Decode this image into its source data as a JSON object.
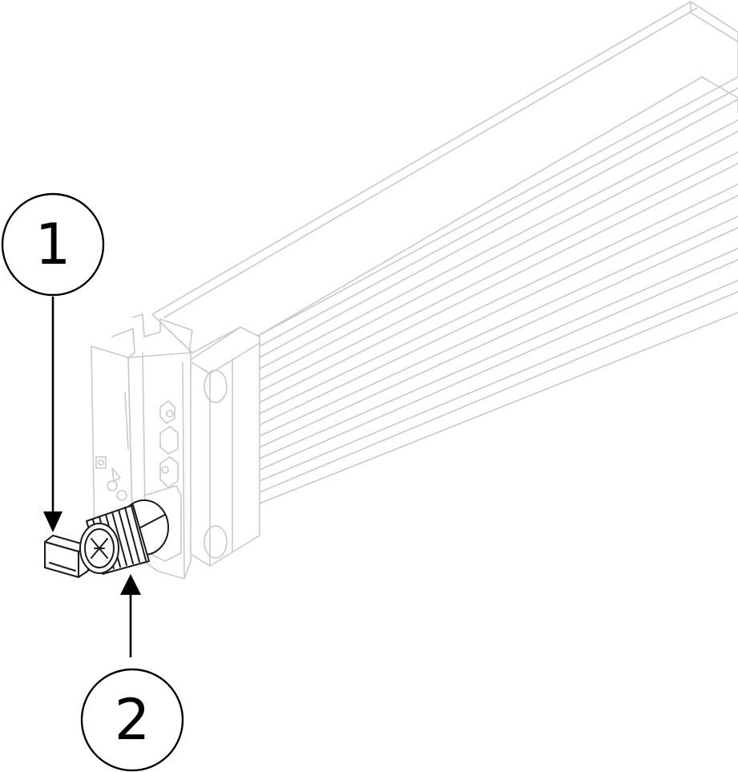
{
  "callouts": [
    {
      "number": "1",
      "target": "latch-tab"
    },
    {
      "number": "2",
      "target": "thumbscrew"
    }
  ],
  "colors": {
    "outline_dark": "#1a1a1a",
    "outline_light": "#c9c9c9",
    "callout": "#000000",
    "background": "#ffffff"
  },
  "icons": [
    "arrow-down-icon",
    "arrow-up-icon",
    "phillips-cross-icon"
  ]
}
